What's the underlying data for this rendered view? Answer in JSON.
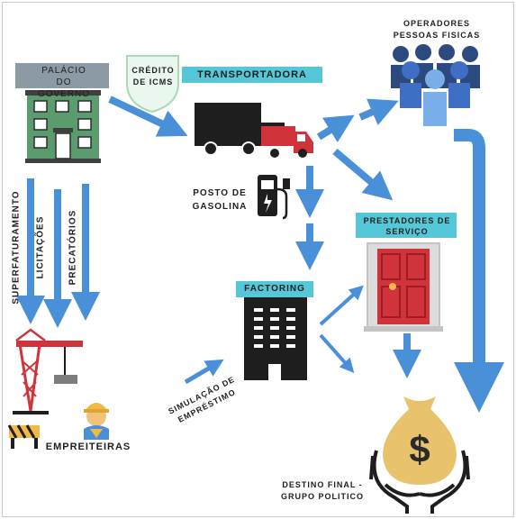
{
  "nodes": {
    "palacio": "PALÁCIO DO GOVERNO",
    "credito": "CRÉDITO DE ICMS",
    "transportadora": "TRANSPORTADORA",
    "operadores": "OPERADORES PESSOAS FISICAS",
    "posto": "POSTO DE GASOLINA",
    "prestadores": "PRESTADORES DE SERVIÇO",
    "factoring": "FACTORING",
    "simulacao": "SIMULAÇÃO DE EMPRÉSTIMO",
    "empreiteiras": "EMPREITEIRAS",
    "destino": "DESTINO FINAL - GRUPO POLITICO"
  },
  "flows": {
    "superfaturamento": "SUPERFATURAMENTO",
    "licitacoes": "LICITAÇÕES",
    "precatorios": "PRECATÓRIOS"
  },
  "colors": {
    "arrow": "#4a90d9",
    "banner": "#56c7d6",
    "building_green": "#5a9c6e",
    "dark": "#1e1e1e",
    "red": "#d0343a",
    "gold": "#e9c36b"
  },
  "icons": [
    "government-building-icon",
    "badge-icon",
    "truck-icon",
    "people-group-icon",
    "fuel-pump-icon",
    "office-building-icon",
    "door-icon",
    "construction-crane-icon",
    "worker-icon",
    "money-bag-icon",
    "hands-icon"
  ]
}
